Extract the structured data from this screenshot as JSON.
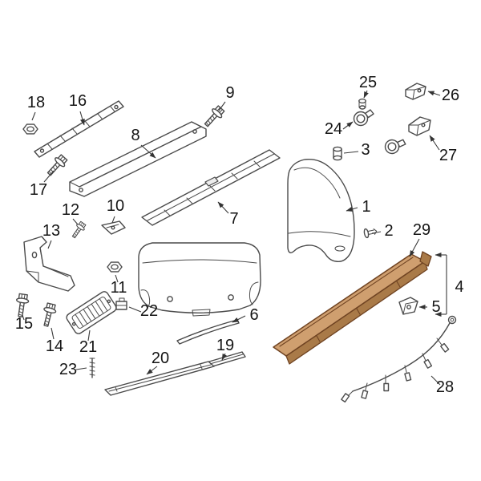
{
  "diagram": {
    "type": "exploded-parts-diagram",
    "subject": "rear bumper assembly",
    "highlighted_part": "29",
    "colors": {
      "background": "#ffffff",
      "line": "#4a4a4a",
      "label": "#151515",
      "highlight_fill": "#cf9f6f",
      "highlight_shade": "#a97a48",
      "highlight_stroke": "#6f4322"
    },
    "parts": [
      {
        "num": "1",
        "shape": "bumper-cover-three-quarter"
      },
      {
        "num": "2",
        "shape": "push-rivet"
      },
      {
        "num": "3",
        "shape": "sensor-with-grommet"
      },
      {
        "num": "4",
        "shape": "dimension-bracket"
      },
      {
        "num": "5",
        "shape": "end-bracket"
      },
      {
        "num": "6",
        "shape": "trim-strip"
      },
      {
        "num": "7",
        "shape": "impact-absorber"
      },
      {
        "num": "8",
        "shape": "impact-bar"
      },
      {
        "num": "9",
        "shape": "bolt"
      },
      {
        "num": "10",
        "shape": "mount-bracket"
      },
      {
        "num": "11",
        "shape": "hex-nut"
      },
      {
        "num": "12",
        "shape": "screw"
      },
      {
        "num": "13",
        "shape": "side-support"
      },
      {
        "num": "14",
        "shape": "bolt"
      },
      {
        "num": "15",
        "shape": "bolt"
      },
      {
        "num": "16",
        "shape": "reinforcement-strip"
      },
      {
        "num": "17",
        "shape": "bolt"
      },
      {
        "num": "18",
        "shape": "hex-nut"
      },
      {
        "num": "19",
        "shape": "reflector"
      },
      {
        "num": "20",
        "shape": "reflector"
      },
      {
        "num": "21",
        "shape": "tow-cover-plate"
      },
      {
        "num": "22",
        "shape": "clip"
      },
      {
        "num": "23",
        "shape": "stud"
      },
      {
        "num": "24",
        "shape": "park-sensor"
      },
      {
        "num": "25",
        "shape": "rivet-nut"
      },
      {
        "num": "26",
        "shape": "sensor-bracket"
      },
      {
        "num": "27",
        "shape": "sensor-bracket"
      },
      {
        "num": "28",
        "shape": "wiring-harness"
      },
      {
        "num": "29",
        "shape": "lower-valance-highlighted"
      }
    ]
  }
}
